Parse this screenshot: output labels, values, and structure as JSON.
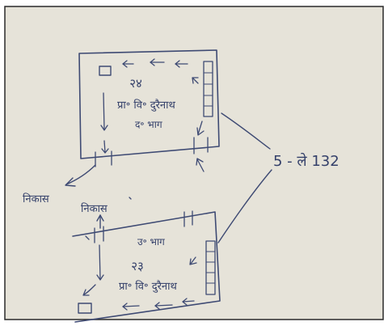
{
  "diagram": {
    "top_room": {
      "number": "२४",
      "line1": "प्रा॰ वि॰ दुरैनाथ",
      "line2": "द॰ भाग"
    },
    "bottom_room": {
      "direction": "उ॰ भाग",
      "number": "२३",
      "line1": "प्रा॰ वि॰ दुरैनाथ"
    },
    "exit_label_top": "निकास",
    "exit_label_bottom": "निकास",
    "side_label": "5 - ले 132"
  },
  "colors": {
    "paper": "#e6e3d9",
    "ink": "#3e4a73",
    "frame": "#2a2a2a"
  }
}
